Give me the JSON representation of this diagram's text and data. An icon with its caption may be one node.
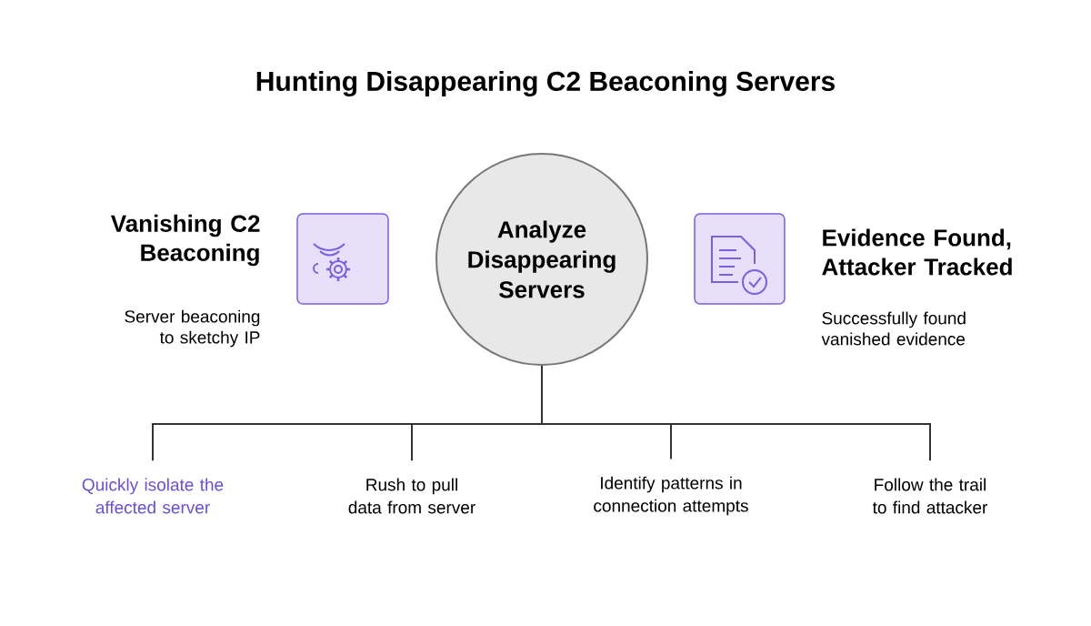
{
  "diagram": {
    "title": "Hunting Disappearing C2 Beaconing Servers",
    "nodes": [
      {
        "text": [
          "Analyze Disappearing Servers"
        ]
      },
      {
        "text": [
          "Quickly isolate the affected server"
        ]
      },
      {
        "text": [
          "Rush to pull data from server"
        ]
      },
      {
        "text": [
          "Identify patterns in connection attempts"
        ]
      },
      {
        "text": [
          "Follow the trail to find attacker"
        ]
      }
    ],
    "edges": [
      {
        "from": 0,
        "to": 1,
        "arrow": "none"
      },
      {
        "from": 0,
        "to": 2,
        "arrow": "none"
      },
      {
        "from": 0,
        "to": 3,
        "arrow": "none"
      },
      {
        "from": 0,
        "to": 4,
        "arrow": "none"
      }
    ],
    "labels": [
      "Vanishing C2 Beaconing",
      "Server beaconing to sketchy IP",
      "Evidence Found, Attacker Tracked",
      "Successfully found vanished evidence"
    ]
  }
}
